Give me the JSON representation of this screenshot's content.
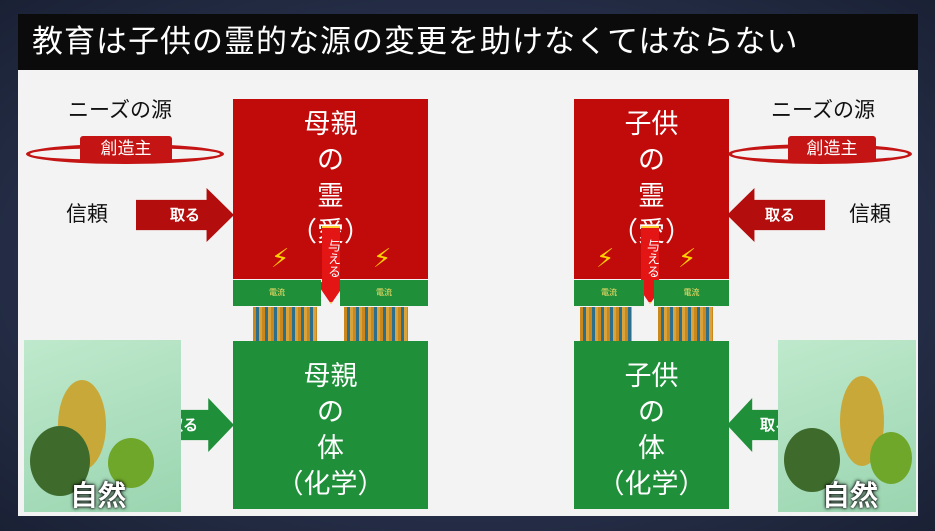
{
  "title": "教育は子供の霊的な源の変更を助けなくてはならない",
  "left": {
    "needs_label": "ニーズの源",
    "creator_label": "創造主",
    "trust_label": "信頼",
    "take_spirit": "取る",
    "spirit_box": [
      "母親",
      "の",
      "霊",
      "（愛）"
    ],
    "body_box": [
      "母親",
      "の",
      "体",
      "（化学）"
    ],
    "take_body": "取る",
    "nature_label": "自然"
  },
  "right": {
    "needs_label": "ニーズの源",
    "creator_label": "創造主",
    "trust_label": "信頼",
    "take_spirit": "取る",
    "spirit_box": [
      "子供",
      "の",
      "霊",
      "（愛）"
    ],
    "body_box": [
      "子供",
      "の",
      "体",
      "（化学）"
    ],
    "take_body": "取る",
    "nature_label": "自然"
  },
  "give_label": "与える",
  "current_label": "電流",
  "colors": {
    "red": "#c10b0b",
    "green": "#1f8f3a",
    "title_bg": "#0b0b0b"
  }
}
